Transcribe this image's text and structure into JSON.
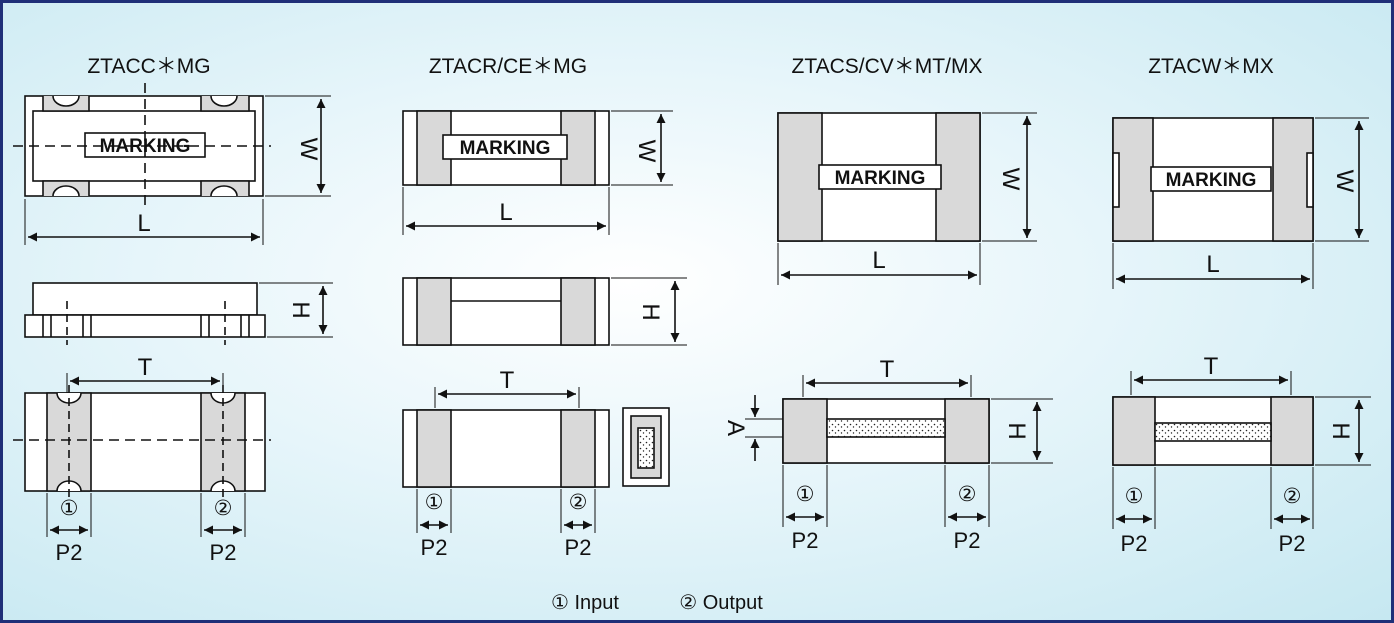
{
  "colors": {
    "frame": "#1f2f78",
    "electrode": "#d9d9d9",
    "line": "#111111"
  },
  "packages": [
    {
      "title": "ZTACC＊MG"
    },
    {
      "title": "ZTACR/CE＊MG"
    },
    {
      "title": "ZTACS/CV＊MT/MX"
    },
    {
      "title": "ZTACW＊MX"
    }
  ],
  "labels": {
    "marking": "MARKING",
    "W": "W",
    "L": "L",
    "H": "H",
    "T": "T",
    "A": "A",
    "P2": "P2",
    "pin1": "①",
    "pin2": "②"
  },
  "legend": {
    "input": "① Input",
    "output": "② Output"
  }
}
